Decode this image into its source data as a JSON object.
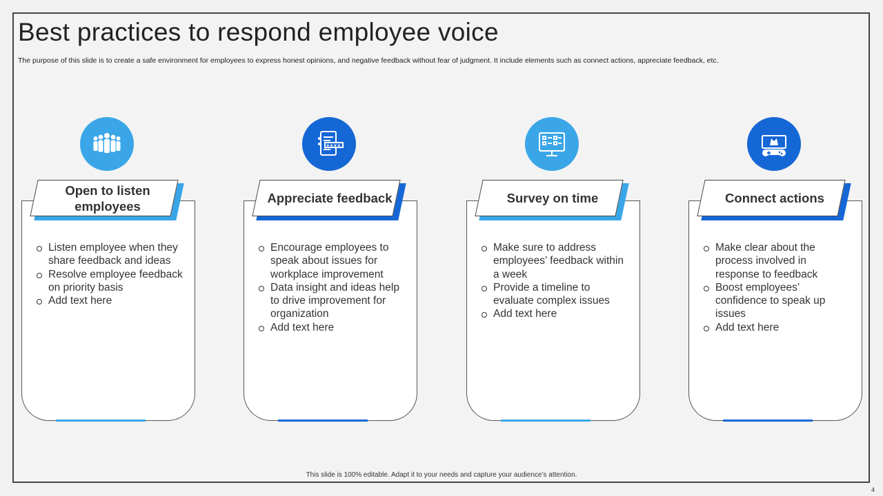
{
  "slide": {
    "title": "Best practices to respond employee voice",
    "subtitle": "The purpose of this slide is to create a safe environment for employees to express honest opinions, and negative feedback without fear of judgment. It include elements such as connect actions, appreciate feedback, etc.",
    "footer": "This slide is 100% editable.  Adapt it to your needs and capture your audience’s attention.",
    "page_number": "4"
  },
  "columns": [
    {
      "heading": "Open to listen employees",
      "icon": "team-icon",
      "accent": "#3aa6e8",
      "bullets": [
        "Listen employee when they share feedback and ideas",
        "Resolve employee feedback on priority basis",
        "Add text here"
      ]
    },
    {
      "heading": "Appreciate feedback",
      "icon": "rating-document-icon",
      "accent": "#1667d6",
      "bullets": [
        "Encourage employees to speak about issues for workplace improvement",
        "Data insight and ideas help to drive improvement for organization",
        "Add text here"
      ]
    },
    {
      "heading": "Survey on time",
      "icon": "survey-monitor-icon",
      "accent": "#3aa6e8",
      "bullets": [
        "Make sure to address employees’ feedback within a week",
        "Provide a timeline to evaluate  complex issues",
        "Add text here"
      ]
    },
    {
      "heading": "Connect actions",
      "icon": "game-controller-icon",
      "accent": "#1667d6",
      "bullets": [
        "Make clear about the process involved  in response to feedback",
        "Boost employees’ confidence to speak up issues",
        "Add text here"
      ]
    }
  ]
}
